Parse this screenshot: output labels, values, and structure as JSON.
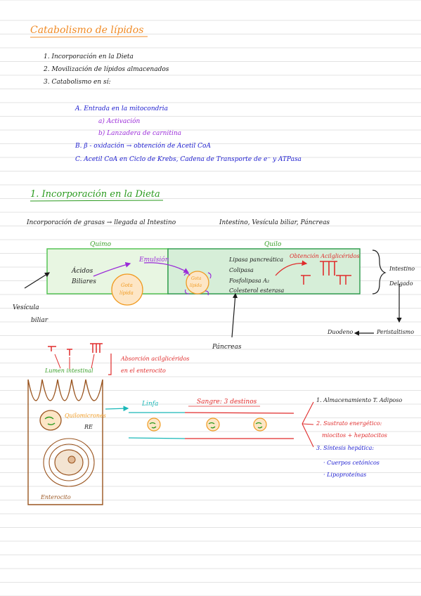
{
  "title": "Catabolismo de lípidos",
  "outline": {
    "items": [
      "1. Incorporación en la Dieta",
      "2. Movilización de lípidos almacenados",
      "3. Catabolismo en sí:"
    ],
    "sub": {
      "a_label": "A. Entrada en la mitocondria",
      "a1": "a) Activación",
      "a2": "b) Lanzadera de carnitina",
      "b": "B. β - oxidación → obtención de Acetil CoA",
      "c": "C. Acetil CoA en Ciclo de Krebs, Cadena de Transporte de e⁻ y ATPasa"
    }
  },
  "section1": {
    "heading": "1. Incorporación en la Dieta",
    "line_left": "Incorporación de grasas → llegada al Intestino",
    "line_right": "Intestino, Vesícula biliar, Páncreas"
  },
  "diagram_top": {
    "quimo": "Quimo",
    "quilo": "Quilo",
    "acidos": "Ácidos",
    "biliares": "Biliares",
    "emulsion": "Emulsión",
    "gota1_a": "Gota",
    "gota1_b": "lípida",
    "gota2_a": "Gota",
    "gota2_b": "lípida",
    "enzymes": [
      "Lipasa pancreática",
      "Colipasa",
      "Fosfolipasa A₂",
      "Colesterol esterasa"
    ],
    "obtencion": "Obtención Acilglicéridos",
    "vesicula": "Vesícula",
    "biliar": "biliar",
    "pancreas": "Páncreas",
    "intestino": "Intestino",
    "delgado": "Delgado",
    "duodeno": "Duodeno",
    "peristaltismo": "Peristaltismo"
  },
  "diagram_bottom": {
    "lumen": "Lumen intestinal",
    "absorcion_1": "Absorción acilglicéridos",
    "absorcion_2": "en el enterocito",
    "quilomicrones": "Quilomicrones",
    "re": "RE",
    "enterocito": "Enterocito",
    "linfa": "Linfa",
    "sangre": "Sangre: 3 destinos",
    "destinos": {
      "d1": "1. Almacenamiento T. Adiposo",
      "d2_a": "2. Sustrato energético:",
      "d2_b": "miocitos + hepatocitos",
      "d3": "3. Síntesis hepática:",
      "d3_i1": "· Cuerpos cetónicos",
      "d3_i2": "· Lipoproteínas"
    }
  },
  "colors": {
    "title": "#f08a24",
    "heading": "#2a9a1e",
    "blue": "#2020d0",
    "purple": "#9a2bd8",
    "red": "#e02b2b",
    "cyan": "#1ab8b8",
    "brown": "#9a5520"
  }
}
